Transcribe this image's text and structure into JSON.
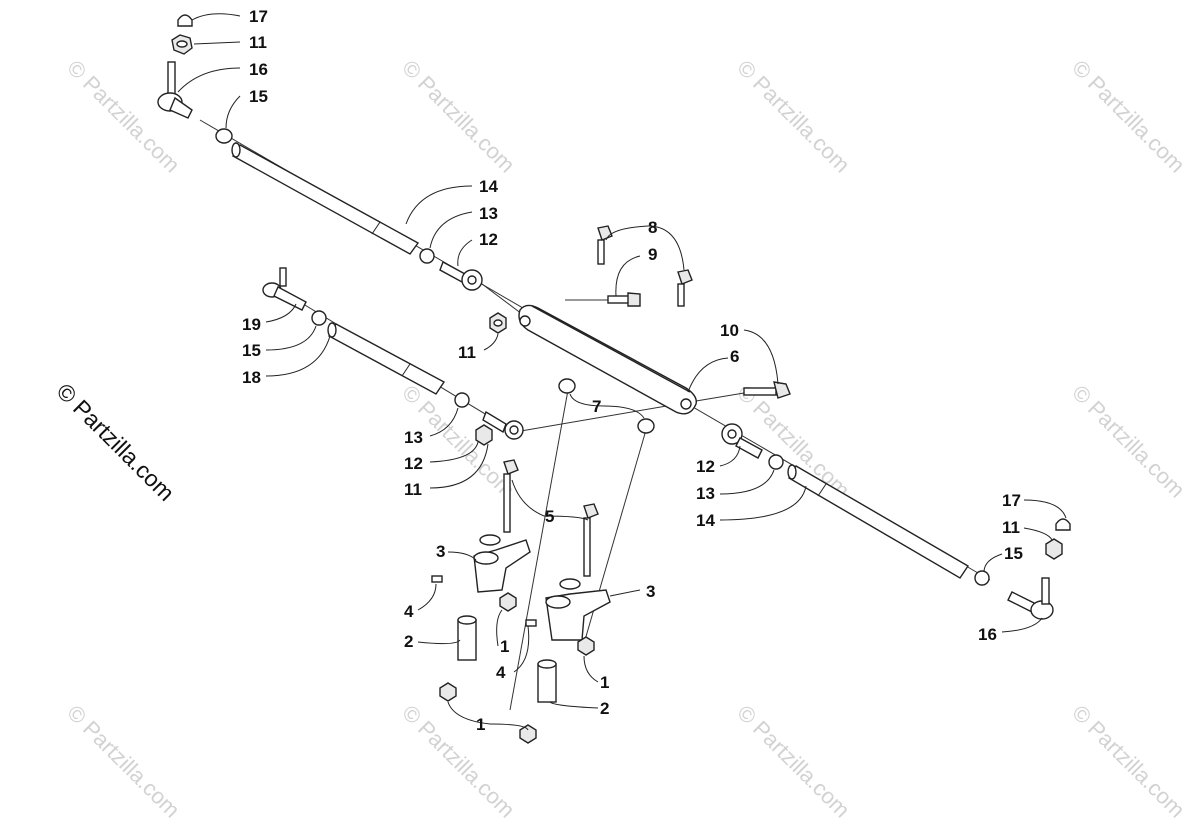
{
  "watermark": {
    "text": "© Partzilla.com"
  },
  "copyright": {
    "text": "© Partzilla.com"
  },
  "callouts": [
    {
      "id": "c17a",
      "label": "17"
    },
    {
      "id": "c11a",
      "label": "11"
    },
    {
      "id": "c16a",
      "label": "16"
    },
    {
      "id": "c15a",
      "label": "15"
    },
    {
      "id": "c14a",
      "label": "14"
    },
    {
      "id": "c13a",
      "label": "13"
    },
    {
      "id": "c12a",
      "label": "12"
    },
    {
      "id": "c8",
      "label": "8"
    },
    {
      "id": "c9",
      "label": "9"
    },
    {
      "id": "c11b",
      "label": "11"
    },
    {
      "id": "c19",
      "label": "19"
    },
    {
      "id": "c15b",
      "label": "15"
    },
    {
      "id": "c18",
      "label": "18"
    },
    {
      "id": "c10",
      "label": "10"
    },
    {
      "id": "c6",
      "label": "6"
    },
    {
      "id": "c7",
      "label": "7"
    },
    {
      "id": "c13b",
      "label": "13"
    },
    {
      "id": "c12b",
      "label": "12"
    },
    {
      "id": "c11c",
      "label": "11"
    },
    {
      "id": "c12c",
      "label": "12"
    },
    {
      "id": "c13c",
      "label": "13"
    },
    {
      "id": "c14b",
      "label": "14"
    },
    {
      "id": "c17b",
      "label": "17"
    },
    {
      "id": "c11d",
      "label": "11"
    },
    {
      "id": "c15c",
      "label": "15"
    },
    {
      "id": "c16b",
      "label": "16"
    },
    {
      "id": "c5",
      "label": "5"
    },
    {
      "id": "c3a",
      "label": "3"
    },
    {
      "id": "c3b",
      "label": "3"
    },
    {
      "id": "c4a",
      "label": "4"
    },
    {
      "id": "c2a",
      "label": "2"
    },
    {
      "id": "c1a",
      "label": "1"
    },
    {
      "id": "c4b",
      "label": "4"
    },
    {
      "id": "c1b",
      "label": "1"
    },
    {
      "id": "c2b",
      "label": "2"
    },
    {
      "id": "c1c",
      "label": "1"
    }
  ]
}
